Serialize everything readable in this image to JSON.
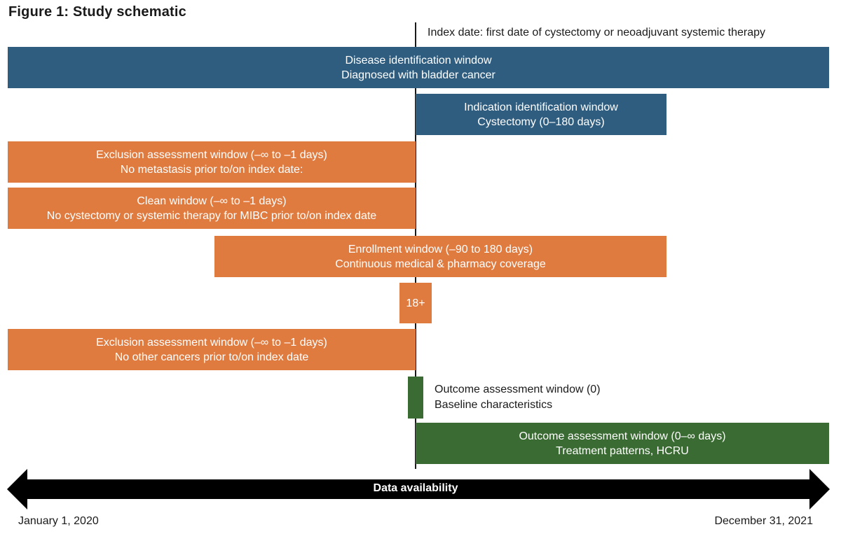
{
  "title": "Figure 1: Study schematic",
  "index_date": "Index date: first date of cystectomy or neoadjuvant systemic therapy",
  "colors": {
    "blue": "#2f5d80",
    "orange": "#e07b40",
    "green": "#3a6b32",
    "arrow": "#000000"
  },
  "windows": {
    "disease": {
      "line1": "Disease identification window",
      "line2": "Diagnosed with bladder cancer"
    },
    "indication": {
      "line1": "Indication identification window",
      "line2": "Cystectomy (0–180 days)"
    },
    "exclusion_metastasis": {
      "line1": "Exclusion assessment window (–∞ to –1 days)",
      "line2": "No metastasis prior to/on index date:"
    },
    "clean": {
      "line1": "Clean window (–∞ to –1 days)",
      "line2": "No cystectomy or systemic therapy for MIBC prior to/on index date"
    },
    "enrollment": {
      "line1": "Enrollment window (–90 to 180 days)",
      "line2": "Continuous medical & pharmacy coverage"
    },
    "age": {
      "label": "18+"
    },
    "exclusion_cancers": {
      "line1": "Exclusion assessment window (–∞ to –1 days)",
      "line2": "No other cancers prior to/on index date"
    },
    "outcome_baseline": {
      "line1": "Outcome assessment window (0)",
      "line2": "Baseline characteristics"
    },
    "outcome_treatment": {
      "line1": "Outcome assessment window (0–∞ days)",
      "line2": "Treatment patterns, HCRU"
    }
  },
  "timeline": {
    "label": "Data availability",
    "start": "January 1, 2020",
    "end": "December 31, 2021"
  }
}
